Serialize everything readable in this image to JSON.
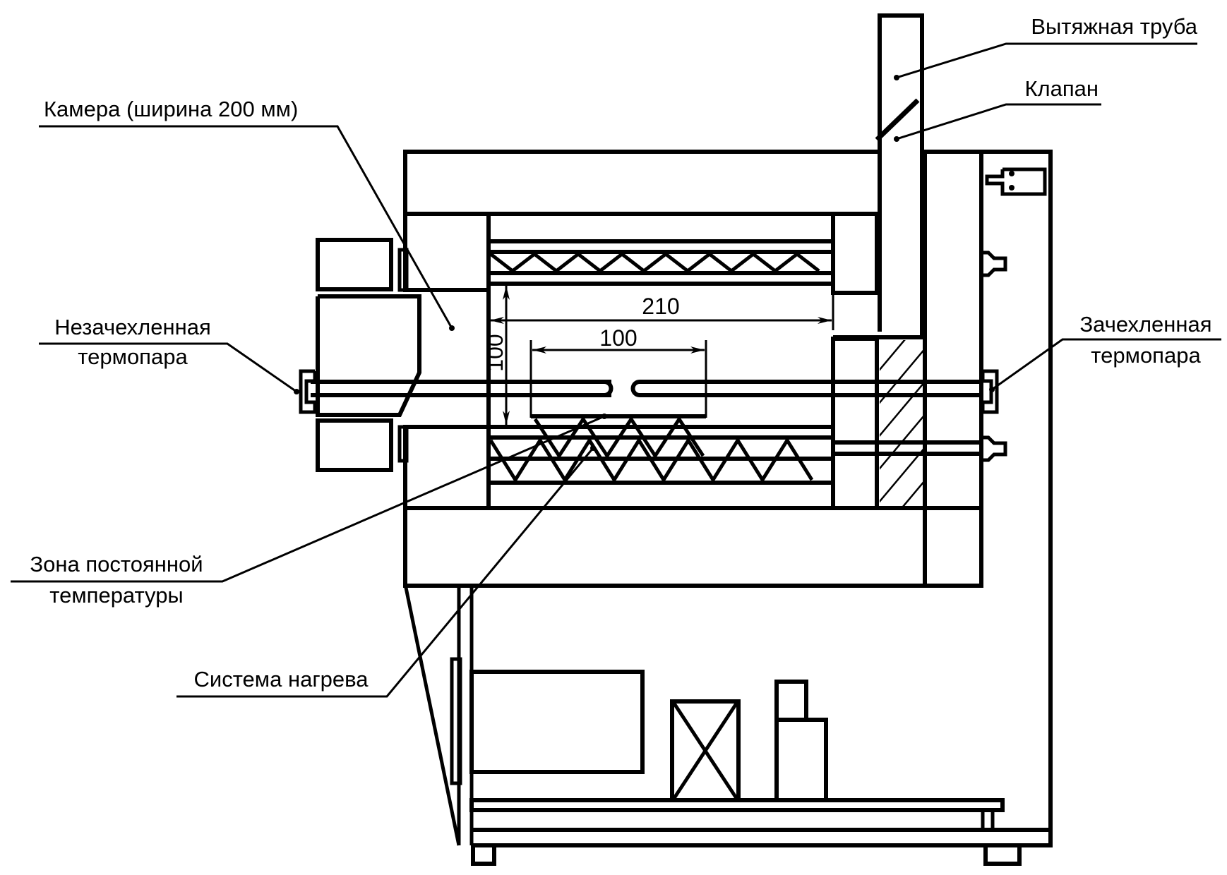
{
  "diagram": {
    "type": "technical-cross-section",
    "subject": "furnace",
    "labels": {
      "exhaust_pipe": "Вытяжная труба",
      "valve": "Клапан",
      "chamber": "Камера (ширина 200 мм)",
      "unsheathed_thermocouple_line1": "Незачехленная",
      "unsheathed_thermocouple_line2": "термопара",
      "sheathed_thermocouple_line1": "Зачехленная",
      "sheathed_thermocouple_line2": "термопара",
      "constant_temp_zone_line1": "Зона постоянной",
      "constant_temp_zone_line2": "температуры",
      "heating_system": "Система нагрева"
    },
    "dimensions": {
      "chamber_length": "210",
      "zone_length": "100",
      "chamber_height": "100"
    },
    "colors": {
      "line": "#000000",
      "background": "#ffffff"
    }
  }
}
